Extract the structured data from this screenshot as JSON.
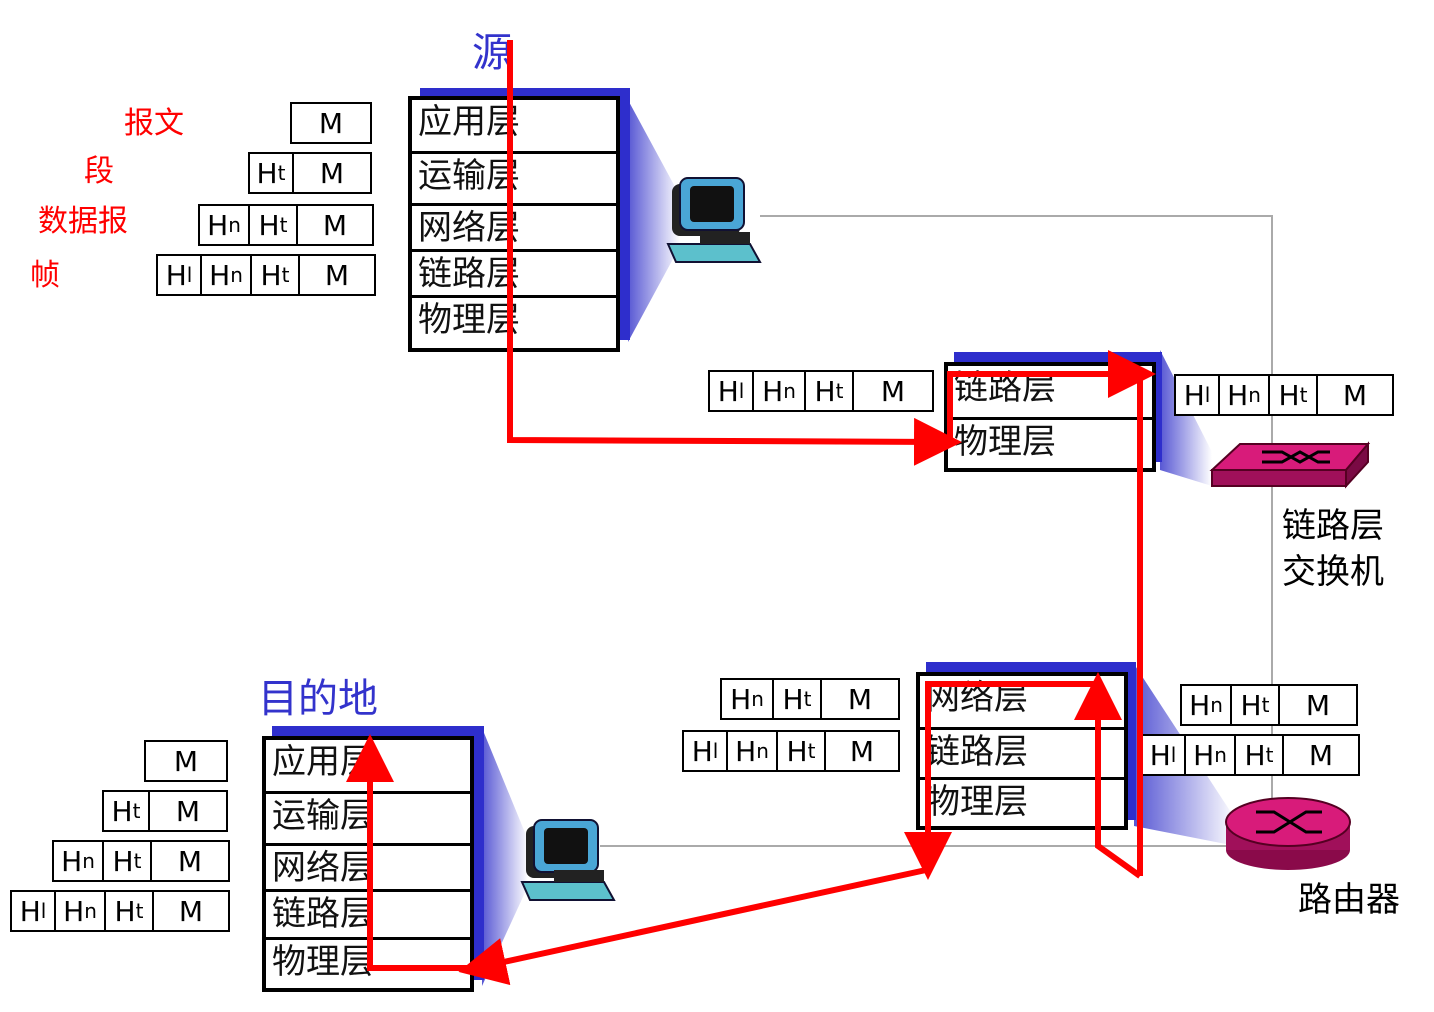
{
  "titles": {
    "source": "源",
    "destination": "目的地"
  },
  "pdu_labels": {
    "message": "报文",
    "segment": "段",
    "datagram": "数据报",
    "frame": "帧"
  },
  "layers": {
    "application": "应用层",
    "transport": "运输层",
    "network": "网络层",
    "link": "链路层",
    "physical": "物理层"
  },
  "devices": {
    "switch": "链路层\n交换机",
    "switch_line1": "链路层",
    "switch_line2": "交换机",
    "router": "路由器"
  },
  "headers": {
    "message": "M",
    "transport": "H",
    "transport_sub": "t",
    "network": "H",
    "network_sub": "n",
    "link": "H",
    "link_sub": "l"
  },
  "colors": {
    "path": "#ff0000",
    "stack_shadow": "#2e2ecc",
    "title": "#3333cc",
    "device": "#cc0066"
  }
}
